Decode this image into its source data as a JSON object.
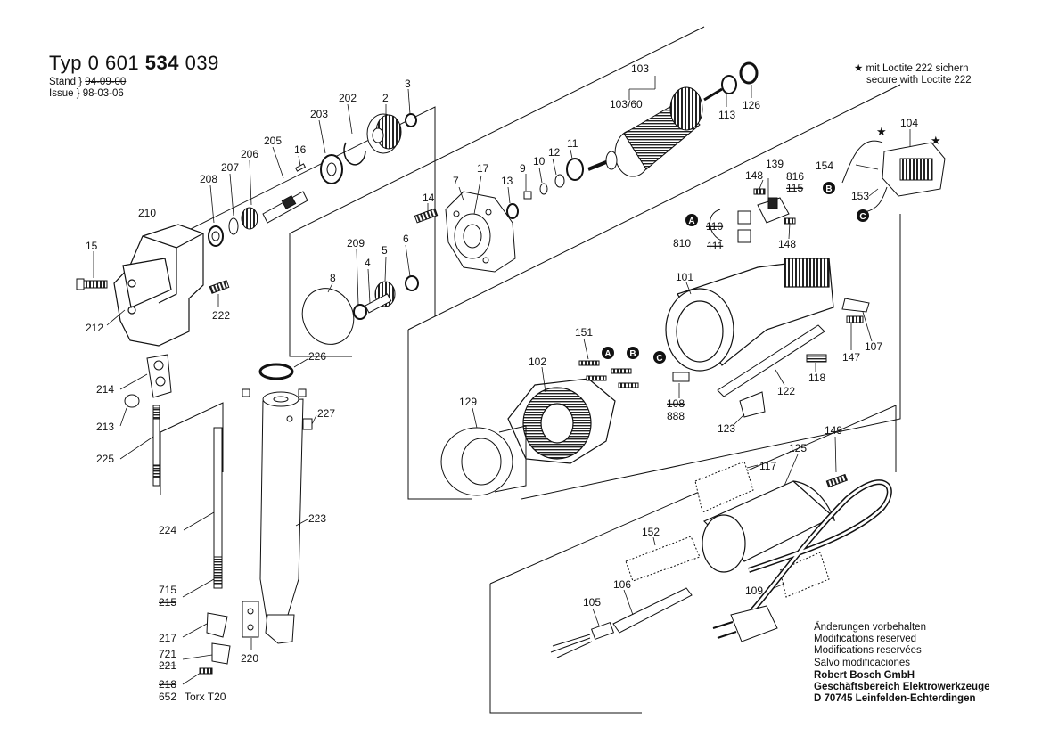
{
  "header": {
    "typ_label": "Typ",
    "typ_prefix": "0 601",
    "typ_main": "534",
    "typ_suffix": "039",
    "stand_label": "Stand",
    "stand_value": "94-09-00",
    "issue_label": "Issue",
    "issue_value": "98-03-06"
  },
  "note": {
    "line1": "mit Loctite 222 sichern",
    "line2": "secure with Loctite 222"
  },
  "modifications": [
    "Änderungen vorbehalten",
    "Modifications reserved",
    "Modifications reservées",
    "Salvo modificaciones"
  ],
  "company": [
    "Robert Bosch GmbH",
    "Geschäftsbereich Elektrowerkzeuge",
    "D 70745 Leinfelden-Echterdingen"
  ],
  "part_labels": [
    {
      "id": "p103",
      "text": "103"
    },
    {
      "id": "p103_60",
      "text": "103/60"
    },
    {
      "id": "p113",
      "text": "113"
    },
    {
      "id": "p126",
      "text": "126"
    },
    {
      "id": "p3",
      "text": "3"
    },
    {
      "id": "p2",
      "text": "2"
    },
    {
      "id": "p202",
      "text": "202"
    },
    {
      "id": "p203",
      "text": "203"
    },
    {
      "id": "p16",
      "text": "16"
    },
    {
      "id": "p205",
      "text": "205"
    },
    {
      "id": "p206",
      "text": "206"
    },
    {
      "id": "p207",
      "text": "207"
    },
    {
      "id": "p208",
      "text": "208"
    },
    {
      "id": "p210",
      "text": "210"
    },
    {
      "id": "p15",
      "text": "15"
    },
    {
      "id": "p212",
      "text": "212"
    },
    {
      "id": "p222",
      "text": "222"
    },
    {
      "id": "p11",
      "text": "11"
    },
    {
      "id": "p12",
      "text": "12"
    },
    {
      "id": "p10",
      "text": "10"
    },
    {
      "id": "p9",
      "text": "9"
    },
    {
      "id": "p13",
      "text": "13"
    },
    {
      "id": "p17",
      "text": "17"
    },
    {
      "id": "p7",
      "text": "7"
    },
    {
      "id": "p14",
      "text": "14"
    },
    {
      "id": "p209",
      "text": "209"
    },
    {
      "id": "p6",
      "text": "6"
    },
    {
      "id": "p5",
      "text": "5"
    },
    {
      "id": "p4",
      "text": "4"
    },
    {
      "id": "p8",
      "text": "8"
    },
    {
      "id": "p104",
      "text": "104"
    },
    {
      "id": "p154",
      "text": "154"
    },
    {
      "id": "p153",
      "text": "153"
    },
    {
      "id": "p148a",
      "text": "148"
    },
    {
      "id": "p139",
      "text": "139"
    },
    {
      "id": "p816",
      "text": "816"
    },
    {
      "id": "p115",
      "text": "115"
    },
    {
      "id": "p110",
      "text": "110"
    },
    {
      "id": "p810",
      "text": "810"
    },
    {
      "id": "p111",
      "text": "111"
    },
    {
      "id": "p148b",
      "text": "148"
    },
    {
      "id": "p101",
      "text": "101"
    },
    {
      "id": "p147",
      "text": "147"
    },
    {
      "id": "p107",
      "text": "107"
    },
    {
      "id": "p118",
      "text": "118"
    },
    {
      "id": "p122",
      "text": "122"
    },
    {
      "id": "p123",
      "text": "123"
    },
    {
      "id": "p108",
      "text": "108"
    },
    {
      "id": "p888",
      "text": "888"
    },
    {
      "id": "p151",
      "text": "151"
    },
    {
      "id": "p102",
      "text": "102"
    },
    {
      "id": "p129",
      "text": "129"
    },
    {
      "id": "p226",
      "text": "226"
    },
    {
      "id": "p227",
      "text": "227"
    },
    {
      "id": "p214",
      "text": "214"
    },
    {
      "id": "p213",
      "text": "213"
    },
    {
      "id": "p225",
      "text": "225"
    },
    {
      "id": "p224",
      "text": "224"
    },
    {
      "id": "p223",
      "text": "223"
    },
    {
      "id": "p715",
      "text": "715"
    },
    {
      "id": "p215",
      "text": "215"
    },
    {
      "id": "p217",
      "text": "217"
    },
    {
      "id": "p721",
      "text": "721"
    },
    {
      "id": "p221",
      "text": "221"
    },
    {
      "id": "p220",
      "text": "220"
    },
    {
      "id": "p218",
      "text": "218"
    },
    {
      "id": "p652",
      "text": "652"
    },
    {
      "id": "torx",
      "text": "Torx T20"
    },
    {
      "id": "p117",
      "text": "117"
    },
    {
      "id": "p125",
      "text": "125"
    },
    {
      "id": "p149",
      "text": "149"
    },
    {
      "id": "p152",
      "text": "152"
    },
    {
      "id": "p106",
      "text": "106"
    },
    {
      "id": "p105",
      "text": "105"
    },
    {
      "id": "p109",
      "text": "109"
    }
  ],
  "callouts": {
    "a": "A",
    "b": "B",
    "c": "C"
  },
  "colors": {
    "line": "#111111",
    "paper": "#ffffff",
    "gray": "#bdbdbd",
    "dark": "#2a2a2a",
    "mid": "#8a8a8a"
  }
}
